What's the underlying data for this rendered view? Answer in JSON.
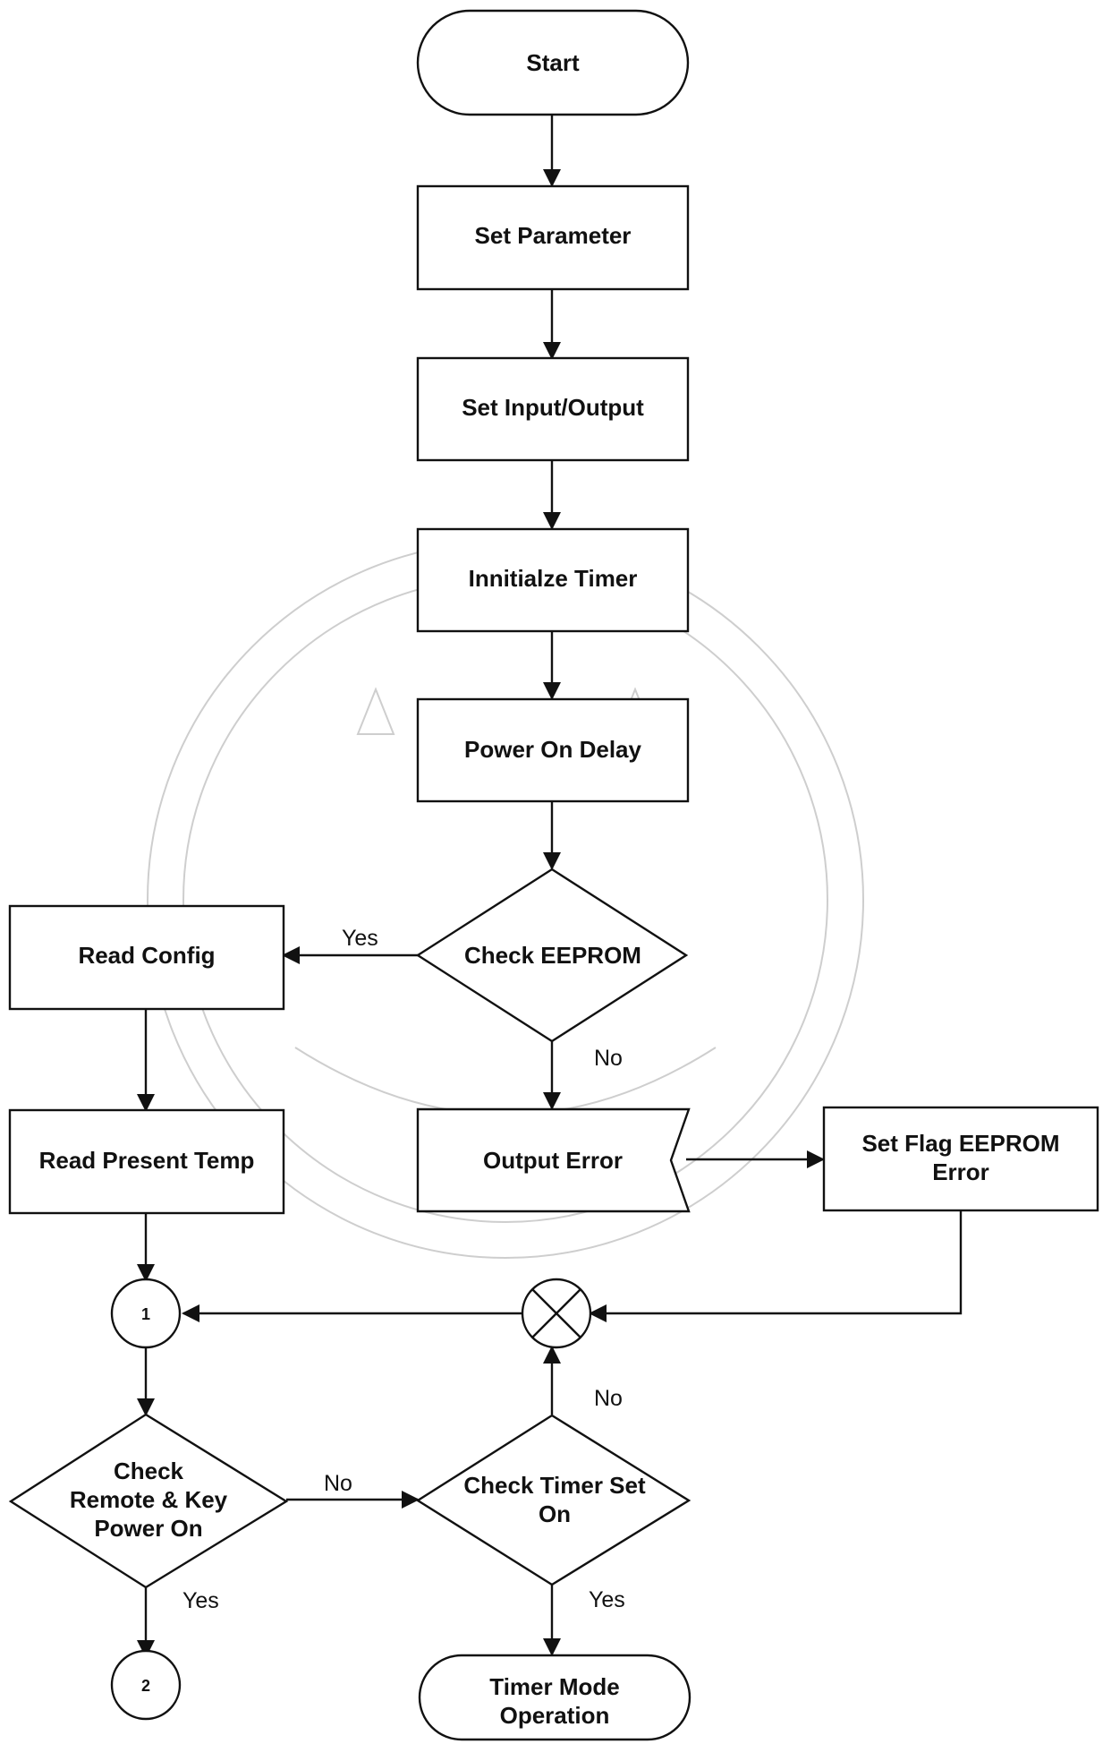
{
  "nodes": {
    "start": "Start",
    "set_parameter": "Set Parameter",
    "set_io": "Set Input/Output",
    "init_timer": "Innitialze Timer",
    "power_on_delay": "Power On Delay",
    "check_eeprom": "Check EEPROM",
    "read_config": "Read Config",
    "read_present_temp": "Read Present Temp",
    "output_error": "Output Error",
    "set_flag_line1": "Set Flag EEPROM",
    "set_flag_line2": "Error",
    "connector_1": "1",
    "connector_2": "2",
    "check_remote_line1": "Check",
    "check_remote_line2": "Remote & Key",
    "check_remote_line3": "Power On",
    "check_timer_line1": "Check Timer Set",
    "check_timer_line2": "On",
    "timer_mode_line1": "Timer Mode",
    "timer_mode_line2": "Operation"
  },
  "edge_labels": {
    "eeprom_yes": "Yes",
    "eeprom_no": "No",
    "remote_no": "No",
    "remote_yes": "Yes",
    "timer_no": "No",
    "timer_yes": "Yes"
  },
  "colors": {
    "stroke": "#111111",
    "watermark": "#c9c9c9"
  }
}
